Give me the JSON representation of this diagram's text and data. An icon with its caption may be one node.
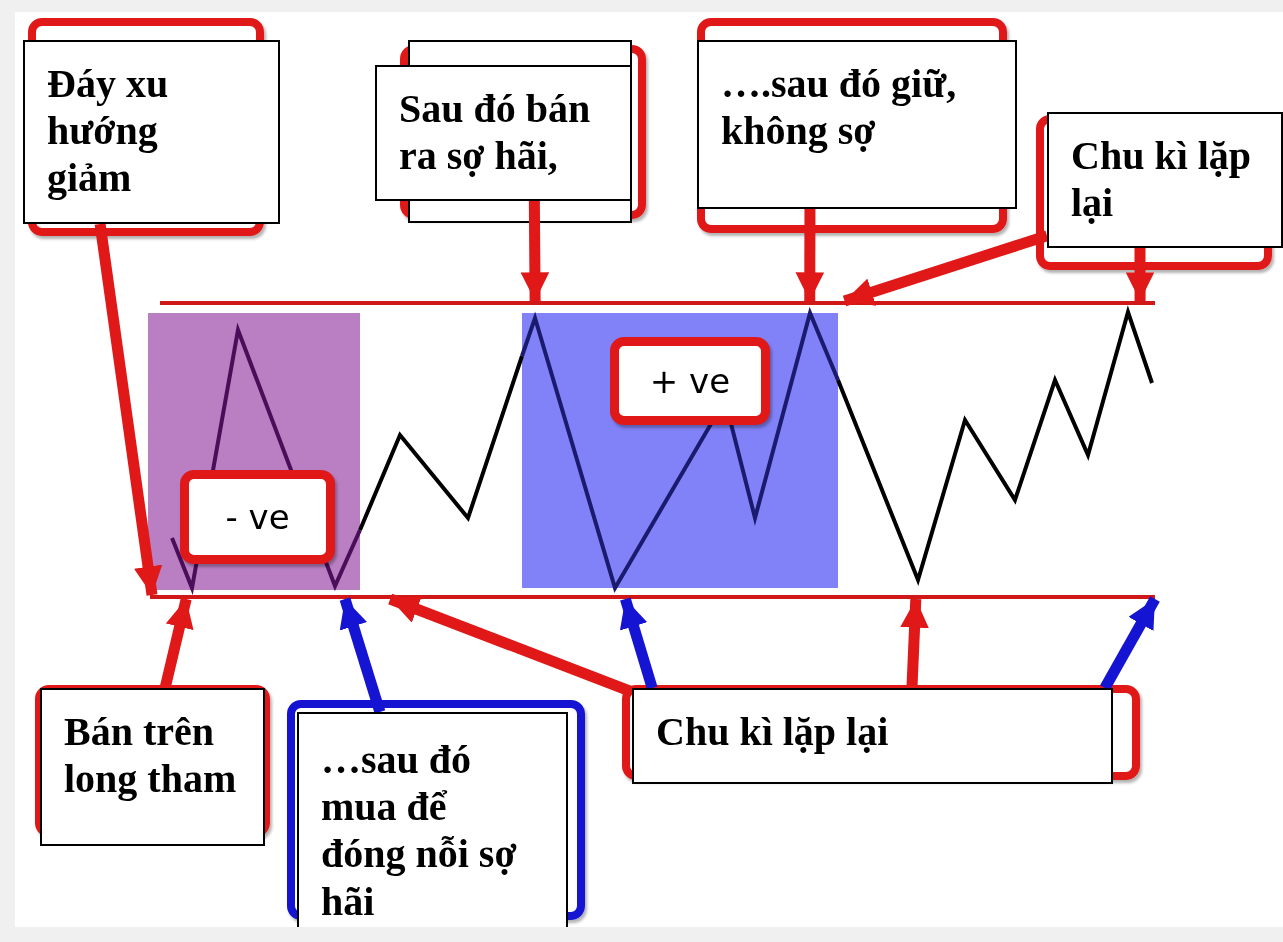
{
  "diagram": {
    "nodes": [
      {
        "text": [
          "Đáy xu hướng giảm"
        ]
      },
      {
        "text": [
          "Sau đó bán ra sợ hãi,"
        ]
      },
      {
        "text": [
          "….sau đó giữ, không sợ"
        ]
      },
      {
        "text": [
          "Chu kì lặp lại"
        ]
      },
      {
        "text": [],
        "shape": "bar"
      },
      {
        "text": [],
        "shape": "box"
      },
      {
        "text": [],
        "shape": "box"
      },
      {
        "text": [
          "+ ve"
        ],
        "in": 6
      },
      {
        "text": [
          "- ve"
        ],
        "in": 5
      },
      {
        "text": [],
        "shape": "bar"
      },
      {
        "text": [
          "Bán trên long tham"
        ]
      },
      {
        "text": [
          "…sau đó mua để đóng nỗi sợ hãi"
        ]
      },
      {
        "text": [
          "Chu kì lặp lại"
        ]
      }
    ],
    "edges": [
      {
        "from": 0,
        "to": 9,
        "arrow": "to"
      },
      {
        "from": 1,
        "to": 4,
        "arrow": "to"
      },
      {
        "from": 2,
        "to": 4,
        "arrow": "to"
      },
      {
        "from": 3,
        "to": 4,
        "arrow": "to"
      },
      {
        "from": 3,
        "to": 4,
        "arrow": "to"
      },
      {
        "from": 10,
        "to": 9,
        "arrow": "to"
      },
      {
        "from": 11,
        "to": 9,
        "arrow": "to",
        "color": "#1414d2"
      },
      {
        "from": 12,
        "to": 9,
        "arrow": "to"
      },
      {
        "from": 12,
        "to": 9,
        "arrow": "to",
        "color": "#1414d2"
      },
      {
        "from": 12,
        "to": 9,
        "arrow": "to"
      },
      {
        "from": 12,
        "to": 9,
        "arrow": "to",
        "color": "#1414d2"
      }
    ]
  }
}
